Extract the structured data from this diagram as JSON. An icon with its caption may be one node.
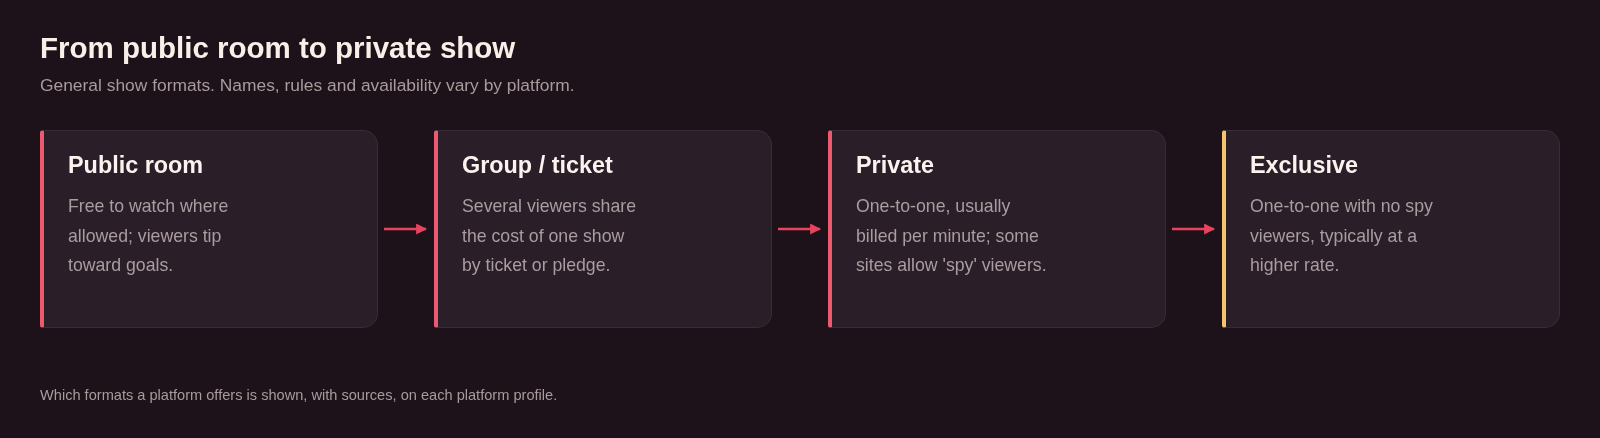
{
  "diagram": {
    "title": "From public room to private show",
    "labels": [
      "General show formats. Names, rules and availability vary by platform."
    ],
    "caption": "Which formats a platform offers is shown, with sources, on each platform profile.",
    "nodes": [
      {
        "text": [
          "Public room",
          "Free to watch where allowed; viewers tip toward goals."
        ]
      },
      {
        "text": [
          "Group / ticket",
          "Several viewers share the cost of one show by ticket or pledge."
        ]
      },
      {
        "text": [
          "Private",
          "One-to-one, usually billed per minute; some sites allow 'spy' viewers."
        ]
      },
      {
        "text": [
          "Exclusive",
          "One-to-one with no spy viewers, typically at a higher rate."
        ]
      }
    ],
    "edges": [
      {
        "from": 0,
        "to": 1,
        "arrow": "to"
      },
      {
        "from": 1,
        "to": 2,
        "arrow": "to"
      },
      {
        "from": 2,
        "to": 3,
        "arrow": "to"
      }
    ]
  }
}
